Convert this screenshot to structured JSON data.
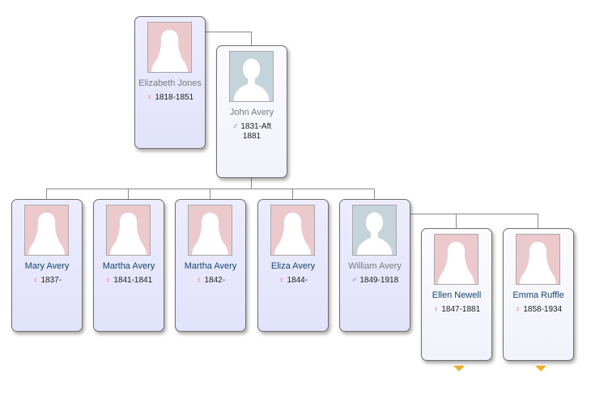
{
  "colors": {
    "female_icon": "#e06a86",
    "male_icon": "#5a6fbe",
    "female_photo": "#ecc9cd",
    "male_photo": "#c5d3da",
    "expand_arrow": "#e6b02a"
  },
  "people": [
    {
      "id": "elizabeth-jones",
      "name": "Elizabeth Jones",
      "dates": "1818-1851",
      "gender": "female",
      "icon": "female-icon",
      "role": "blood"
    },
    {
      "id": "john-avery",
      "name": "John Avery",
      "dates": "1831-Aft\n1881",
      "gender": "male",
      "icon": "male-icon",
      "role": "spouse"
    },
    {
      "id": "mary-avery",
      "name": "Mary Avery",
      "dates": "1837-",
      "gender": "female",
      "icon": "female-icon",
      "role": "blood"
    },
    {
      "id": "martha-avery-1",
      "name": "Martha Avery",
      "dates": "1841-1841",
      "gender": "female",
      "icon": "female-icon",
      "role": "blood"
    },
    {
      "id": "martha-avery-2",
      "name": "Martha Avery",
      "dates": "1842-",
      "gender": "female",
      "icon": "female-icon",
      "role": "blood"
    },
    {
      "id": "eliza-avery",
      "name": "Eliza Avery",
      "dates": "1844-",
      "gender": "female",
      "icon": "female-icon",
      "role": "blood"
    },
    {
      "id": "william-avery",
      "name": "William Avery",
      "dates": "1849-1918",
      "gender": "male",
      "icon": "male-icon",
      "role": "blood"
    },
    {
      "id": "ellen-newell",
      "name": "Ellen Newell",
      "dates": "1847-1881",
      "gender": "female",
      "icon": "female-icon",
      "role": "spouse",
      "expandable": true
    },
    {
      "id": "emma-ruffle",
      "name": "Emma Ruffle",
      "dates": "1858-1934",
      "gender": "female",
      "icon": "female-icon",
      "role": "spouse",
      "expandable": true
    }
  ]
}
